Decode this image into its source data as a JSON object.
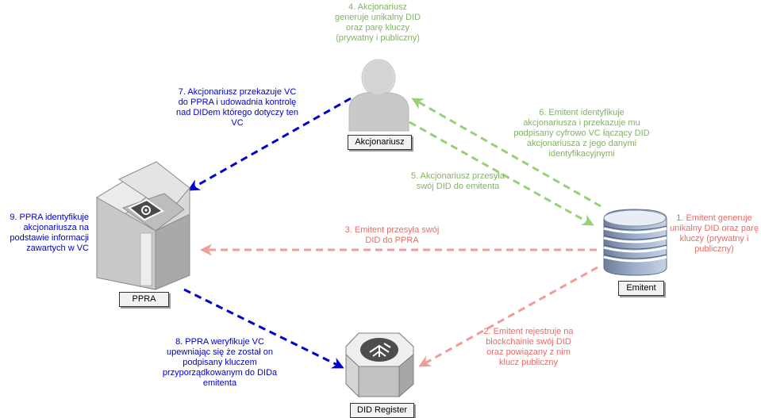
{
  "nodes": {
    "akcjonariusz": {
      "label": "Akcjonariusz",
      "icon": "user-icon"
    },
    "emitent": {
      "label": "Emitent",
      "icon": "office-building-icon"
    },
    "ppra": {
      "label": "PPRA",
      "icon": "open-box-settings-icon"
    },
    "did_register": {
      "label": "DID Register",
      "icon": "blockchain-register-icon"
    }
  },
  "steps": {
    "s1": "1. Emitent generuje unikalny DID oraz parę kluczy (prywatny i publiczny)",
    "s2": "2. Emitent rejestruje na blockchainie swój DID oraz powiązany z nim klucz publiczny",
    "s3": "3. Emitent przesyła swój DID do PPRA",
    "s4": "4. Akcjonariusz generuje unikalny DID oraz parę kluczy (prywatny i publiczny)",
    "s5": "5. Akcjonariusz przesyła swój DID do emitenta",
    "s6": "6. Emitent identyfikuje akcjonariusza i przekazuje mu podpisany cyfrowo VC łączący DID akcjonariusza z jego danymi identyfikacyjnymi",
    "s7": "7. Akcjonariusz przekazuje VC do PPRA i udowadnia kontrolę nad DIDem którego dotyczy ten VC",
    "s8": "8. PPRA weryfikuje VC upewniając się że został on podpisany kluczem przyporządkowanym do DIDa emitenta",
    "s9": "9. PPRA identyfikuje akcjonariusza na podstawie informacji zawartych w VC"
  },
  "colors": {
    "red": "#ea6b66",
    "red_arrow": "#f19c99",
    "green": "#82b366",
    "green_arrow": "#97d077",
    "blue": "#0000cc",
    "blue_arrow": "#0000cc"
  }
}
